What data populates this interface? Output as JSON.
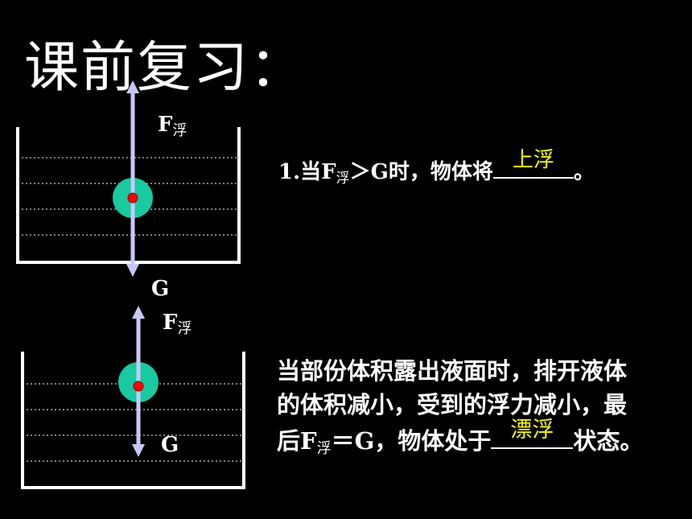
{
  "title": "课前复习：",
  "diagram1": {
    "buoyancy_symbol": "F",
    "buoyancy_sub": "浮",
    "gravity_label": "G"
  },
  "diagram2": {
    "buoyancy_symbol": "F",
    "buoyancy_sub": "浮",
    "gravity_label": "G"
  },
  "question1": {
    "prefix": "1.当F",
    "sub": "浮",
    "middle": "＞G时，物体将",
    "answer": "上浮",
    "suffix": "。"
  },
  "question2": {
    "line1": "当部份体积露出液面时，排开液体",
    "line2": "的体积减小，受到的浮力减小，最",
    "line3_prefix": "后F",
    "line3_sub": "浮",
    "line3_middle": "＝G，物体处于",
    "answer": "漂浮",
    "line3_suffix": "状态。"
  },
  "colors": {
    "background": "#000000",
    "ball": "#19c9a0",
    "center_dot": "#ff0000",
    "arrow": "#c8c8f8",
    "answer": "#ffff00"
  }
}
